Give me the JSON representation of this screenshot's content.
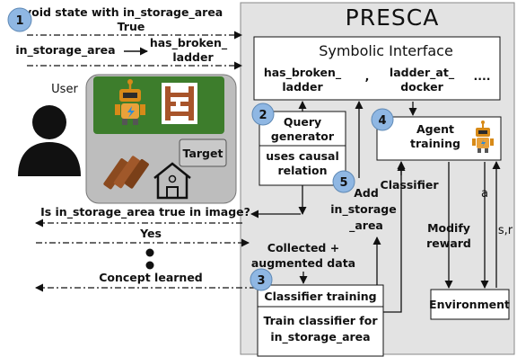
{
  "dialogue": {
    "line1": "Avoid state with in_storage_area",
    "line1_reply": "True",
    "line2_left": "in_storage_area",
    "line2_right_a": "has_broken_",
    "line2_right_b": "ladder",
    "query": "Is in_storage_area true in image?",
    "answer": "Yes",
    "learned": "Concept learned"
  },
  "user": {
    "label": "User"
  },
  "scene": {
    "target_label": "Target"
  },
  "system": {
    "title": "PRESCA",
    "symbolic_interface": {
      "title": "Symbolic Interface",
      "items": [
        {
          "line1": "has_broken_",
          "line2": "ladder"
        },
        {
          "line1": "ladder_at_",
          "line2": "docker"
        }
      ],
      "separator": ",",
      "ellipsis": "...."
    },
    "query_generator": {
      "line1": "Query",
      "line2": "generator",
      "line3": "uses causal",
      "line4": "relation"
    },
    "add_label": {
      "line1": "Add",
      "line2": "in_storage",
      "line3": "_area"
    },
    "classifier_label": "Classifier",
    "collected_label": {
      "line1": "Collected +",
      "line2": "augmented data"
    },
    "classifier_training": {
      "title": "Classifier training",
      "line1": "Train classifier for",
      "line2": "in_storage_area"
    },
    "agent_training": {
      "line1": "Agent",
      "line2": "training"
    },
    "modify_reward": {
      "line1": "Modify",
      "line2": "reward"
    },
    "action_label": "a",
    "state_reward_label": "s,r",
    "environment": "Environment"
  },
  "badges": [
    "1",
    "2",
    "3",
    "4",
    "5"
  ],
  "colors": {
    "panel_bg": "#e3e3e3",
    "scene_bg": "#bdbdbd",
    "grass": "#3d7d2c",
    "badge": "#8fb7e3",
    "robot": "#d78a18",
    "ladder": "#a8542a"
  }
}
